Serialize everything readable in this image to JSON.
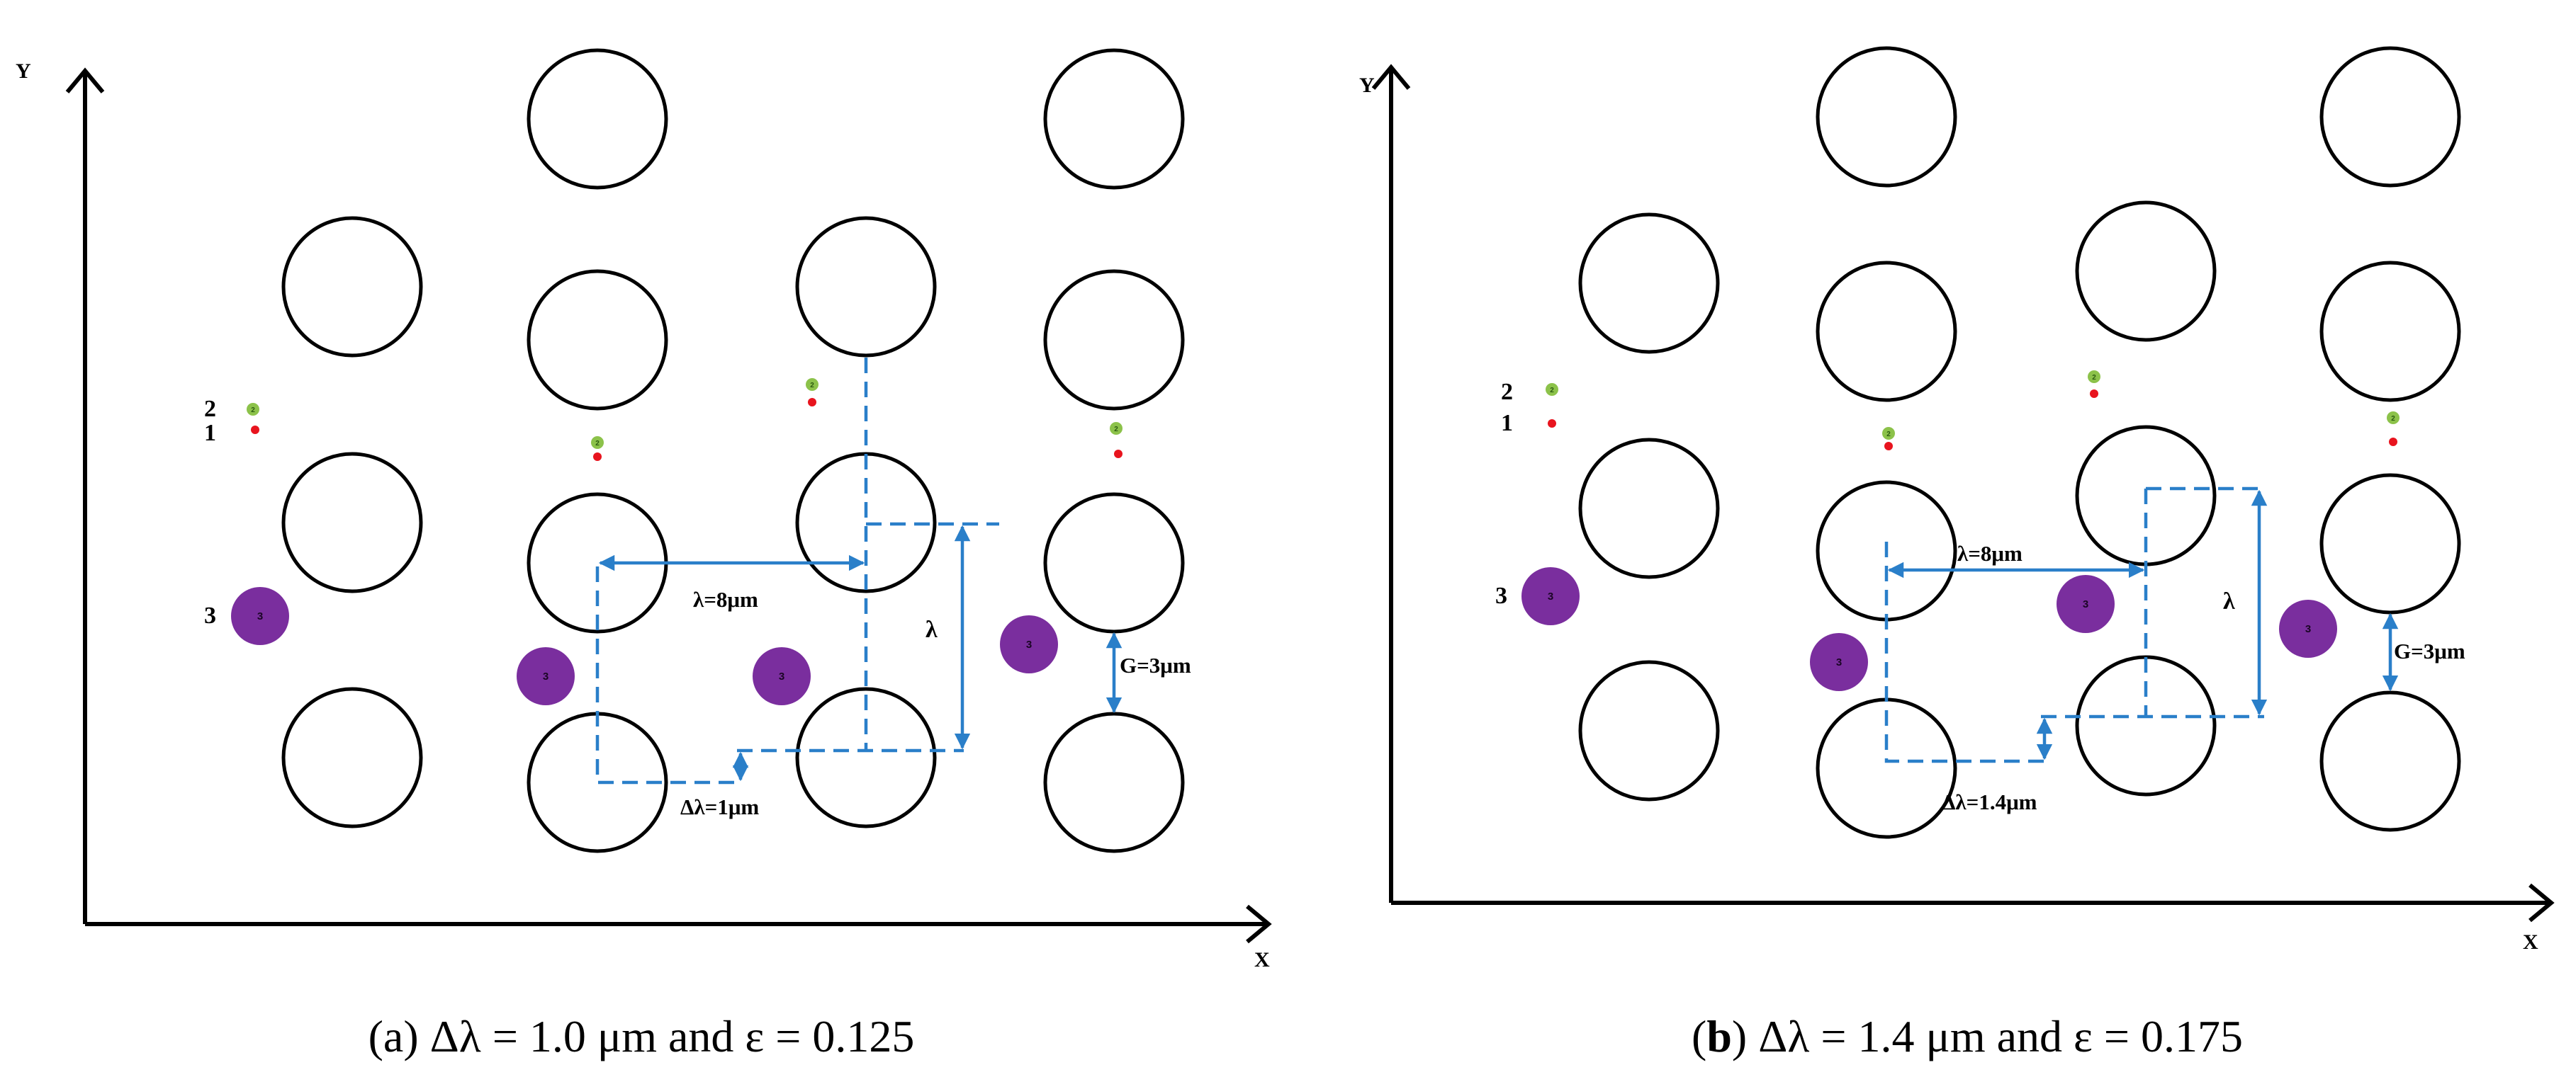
{
  "colors": {
    "blue": "#2a7fc9",
    "purple": "#7a2e9e",
    "green": "#8cc24a",
    "red": "#e8141e"
  },
  "panel_a": {
    "caption": "(a) Δλ = 1.0 μm and ε = 0.125",
    "axis_x": "X",
    "axis_y": "Y",
    "labels": {
      "lambda_8": "λ=8μm",
      "lambda": "λ",
      "delta_lambda": "Δλ=1μm",
      "gap": "G=3μm",
      "legend_2": "2",
      "legend_1": "1",
      "legend_3": "3",
      "marker_2": "2",
      "marker_3": "3"
    }
  },
  "panel_b": {
    "caption_bold": "b",
    "caption_open": "(",
    "caption_rest": ") Δλ = 1.4 μm and ε = 0.175",
    "axis_x": "X",
    "axis_y": "Y",
    "labels": {
      "lambda_8": "λ=8μm",
      "lambda": "λ",
      "delta_lambda": "Δλ=1.4μm",
      "gap": "G=3μm",
      "legend_2": "2",
      "legend_1": "1",
      "legend_3": "3",
      "marker_2": "2",
      "marker_3": "3"
    }
  }
}
